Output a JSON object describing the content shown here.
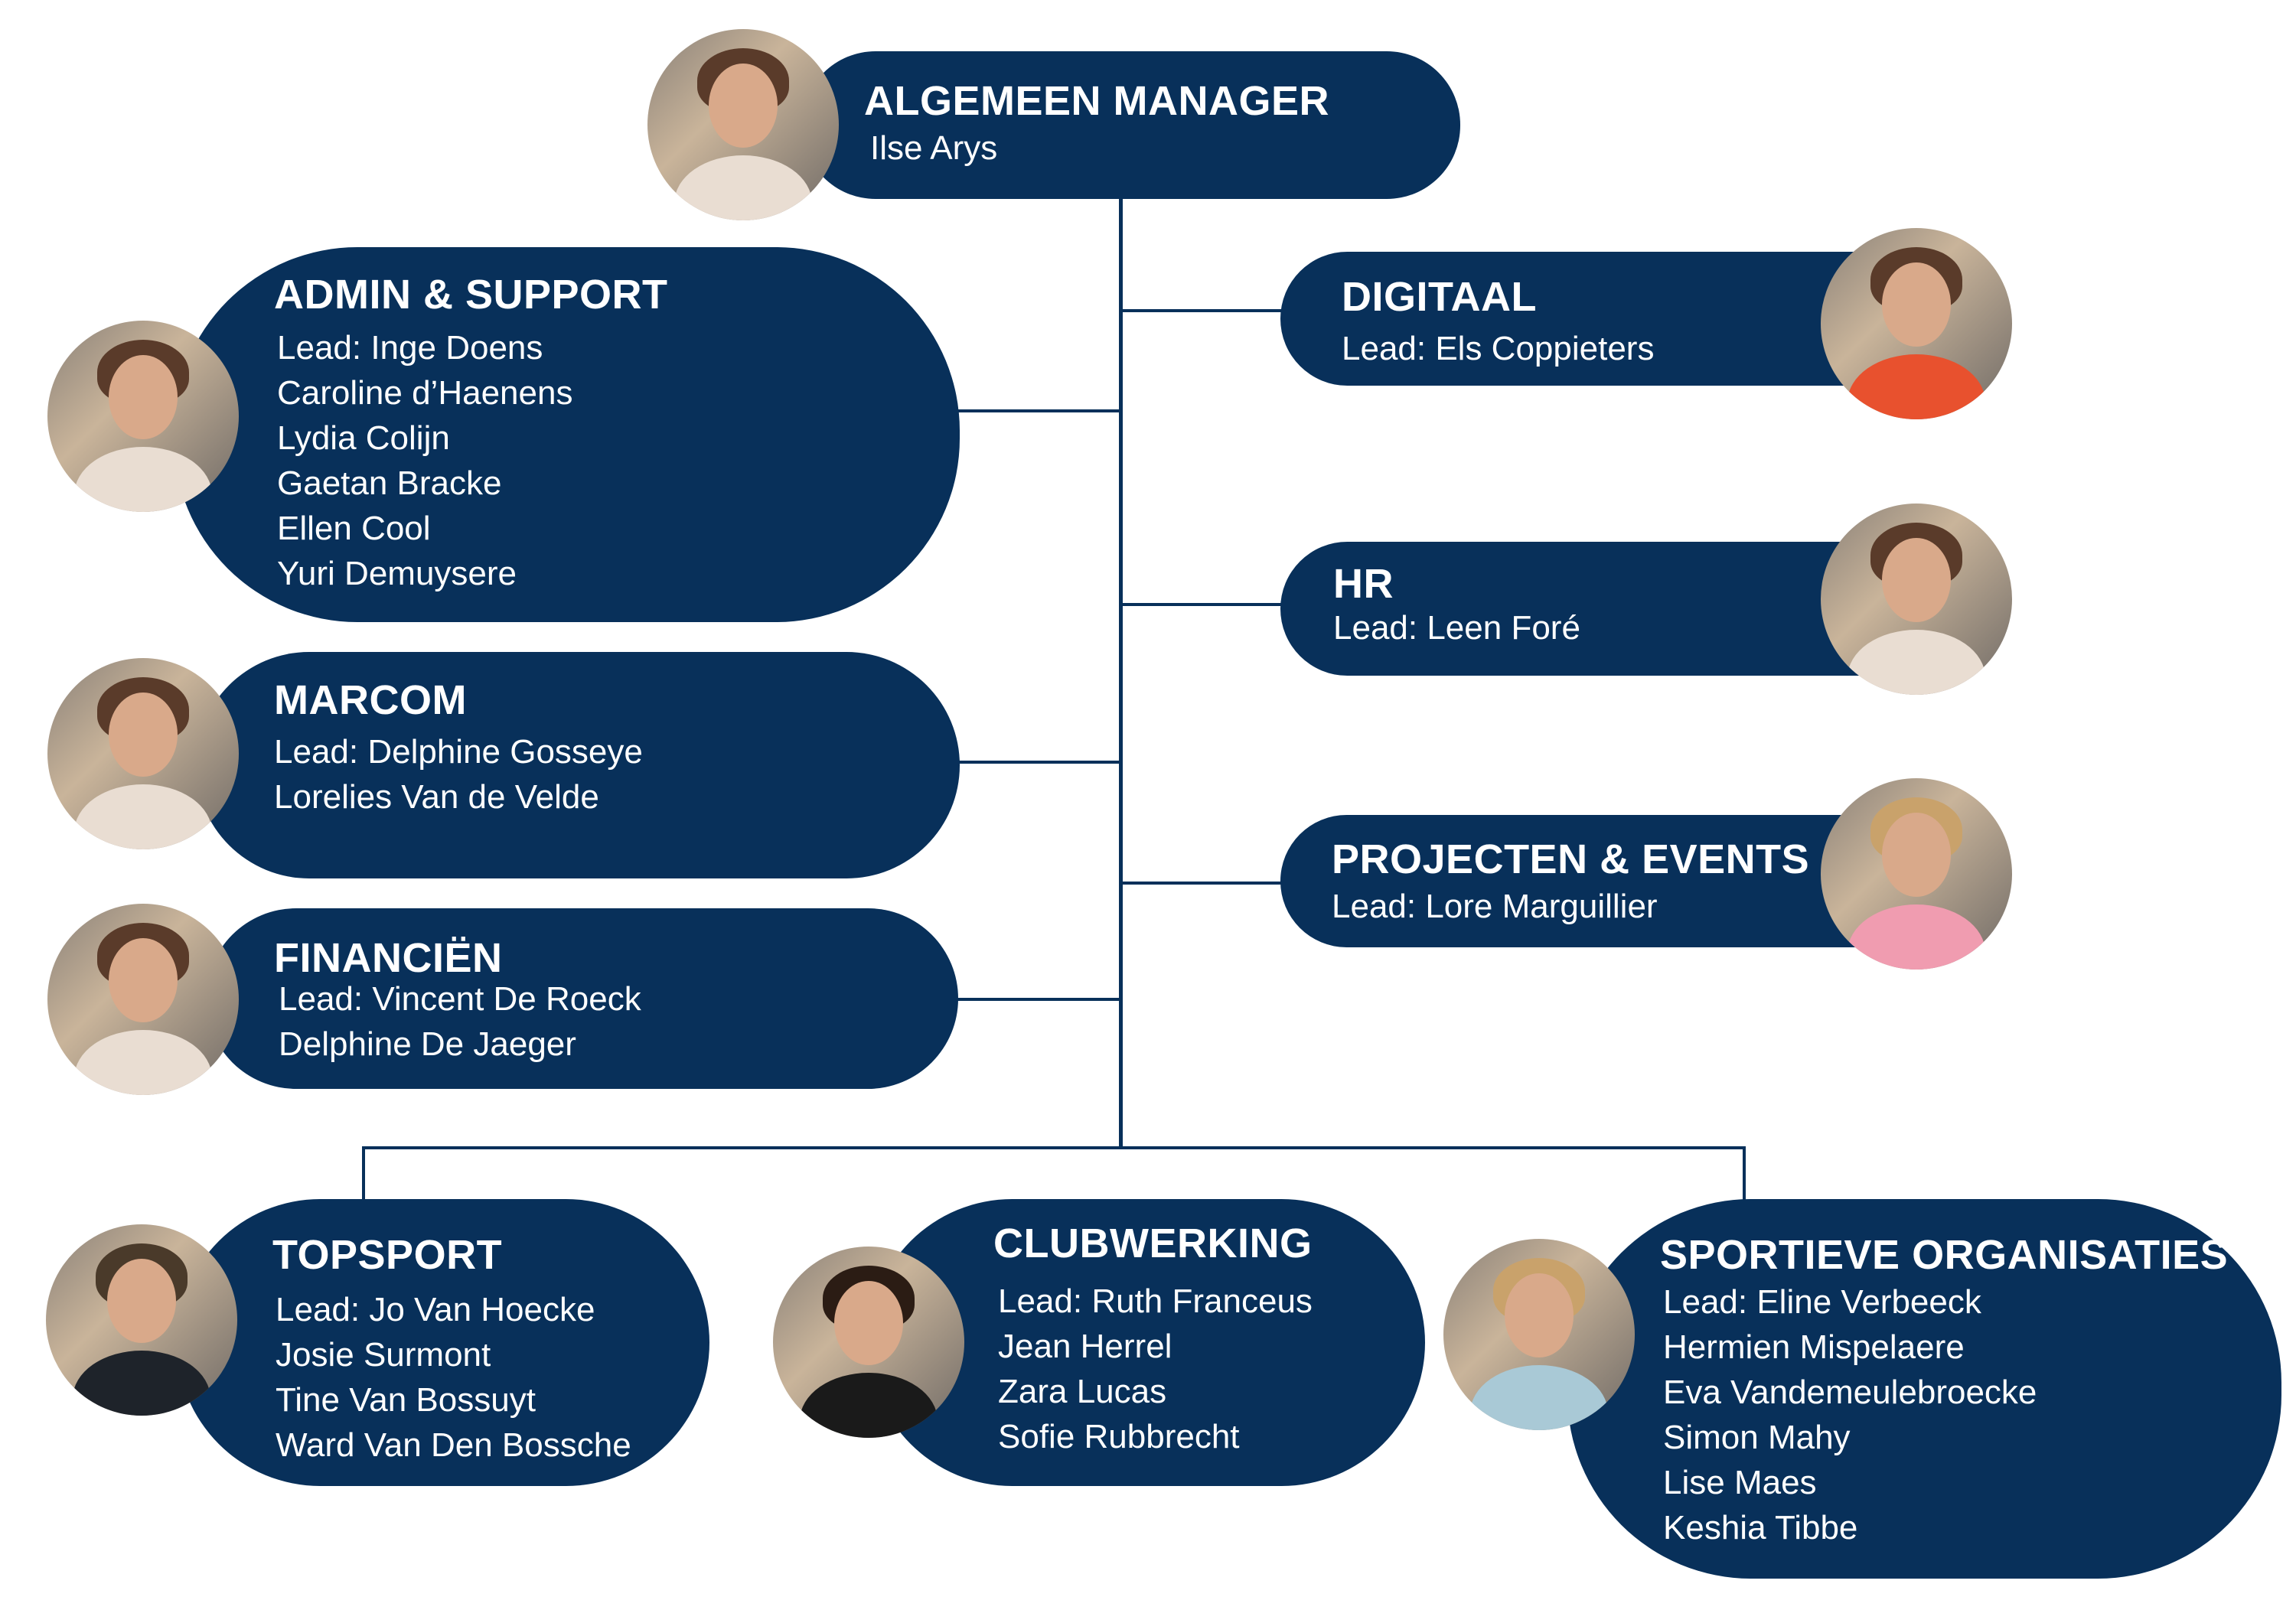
{
  "colors": {
    "box": "#08305a",
    "background": "#ffffff"
  },
  "manager": {
    "title": "ALGEMEEN MANAGER",
    "name": "Ilse Arys"
  },
  "admin": {
    "title": "ADMIN & SUPPORT",
    "lines": [
      "Lead: Inge Doens",
      "Caroline d’Haenens",
      "Lydia Colijn",
      "Gaetan Bracke",
      "Ellen Cool",
      "Yuri Demuysere"
    ]
  },
  "marcom": {
    "title": "MARCOM",
    "lines": [
      "Lead: Delphine Gosseye",
      "Lorelies Van de Velde"
    ]
  },
  "financien": {
    "title": "FINANCIËN",
    "lines": [
      "Lead: Vincent De Roeck",
      "Delphine De Jaeger"
    ]
  },
  "digitaal": {
    "title": "DIGITAAL",
    "lines": [
      "Lead: Els Coppieters"
    ]
  },
  "hr": {
    "title": "HR",
    "lines": [
      "Lead: Leen Foré"
    ]
  },
  "projecten": {
    "title": "PROJECTEN & EVENTS",
    "lines": [
      "Lead: Lore Marguillier"
    ]
  },
  "topsport": {
    "title": "TOPSPORT",
    "lines": [
      "Lead: Jo Van Hoecke",
      "Josie Surmont",
      "Tine Van Bossuyt",
      "Ward Van Den Bossche"
    ]
  },
  "clubwerking": {
    "title": "CLUBWERKING",
    "lines": [
      "Lead: Ruth Franceus",
      "Jean Herrel",
      "Zara Lucas",
      "Sofie Rubbrecht"
    ]
  },
  "sportieve": {
    "title": "SPORTIEVE ORGANISATIES",
    "lines": [
      "Lead: Eline Verbeeck",
      "Hermien Mispelaere",
      "Eva Vandemeulebroecke",
      "Simon Mahy",
      "Lise Maes",
      "Keshia Tibbe"
    ]
  }
}
